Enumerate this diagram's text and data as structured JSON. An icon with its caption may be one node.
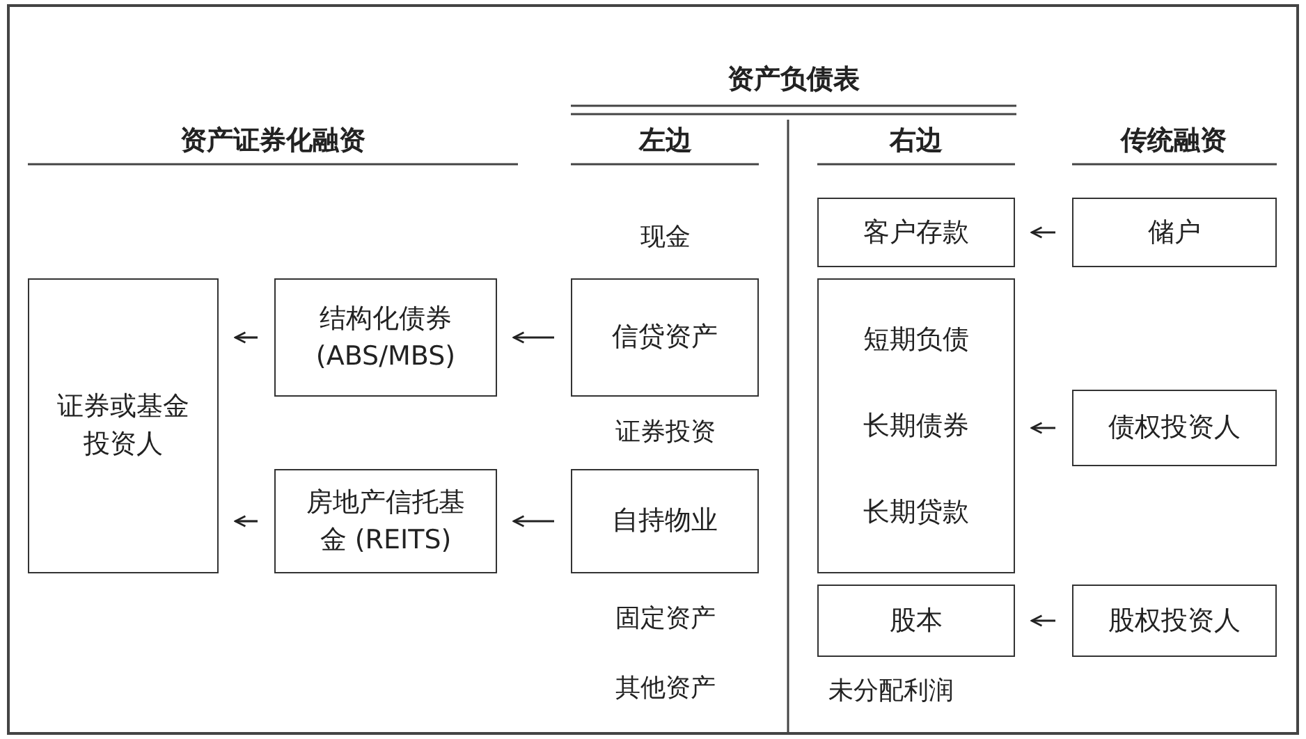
{
  "diagram": {
    "title": "资产负债表",
    "nodes": [
      {
        "text": [
          "证券或基金投资人"
        ]
      },
      {
        "text": [
          "结构化债券 (ABS/MBS)"
        ]
      },
      {
        "text": [
          "房地产信托基金 (REITS)"
        ]
      },
      {
        "text": [
          "信贷资产"
        ]
      },
      {
        "text": [
          "自持物业"
        ]
      },
      {
        "text": [
          "客户存款"
        ]
      },
      {
        "text": [
          "短期负债",
          "长期债券",
          "长期贷款"
        ]
      },
      {
        "text": [
          "股本"
        ]
      },
      {
        "text": [
          "储户"
        ]
      },
      {
        "text": [
          "债权投资人"
        ]
      },
      {
        "text": [
          "股权投资人"
        ]
      }
    ],
    "edges": [
      {
        "from": 1,
        "to": 0,
        "arrow": "to"
      },
      {
        "from": 2,
        "to": 0,
        "arrow": "to"
      },
      {
        "from": 3,
        "to": 1,
        "arrow": "to"
      },
      {
        "from": 4,
        "to": 2,
        "arrow": "to"
      },
      {
        "from": 8,
        "to": 5,
        "arrow": "to"
      },
      {
        "from": 9,
        "to": 6,
        "arrow": "to"
      },
      {
        "from": 10,
        "to": 7,
        "arrow": "to"
      }
    ],
    "labels": [
      "资产证券化融资",
      "左边",
      "右边",
      "传统融资",
      "现金",
      "证券投资",
      "固定资产",
      "其他资产",
      "未分配利润"
    ]
  }
}
